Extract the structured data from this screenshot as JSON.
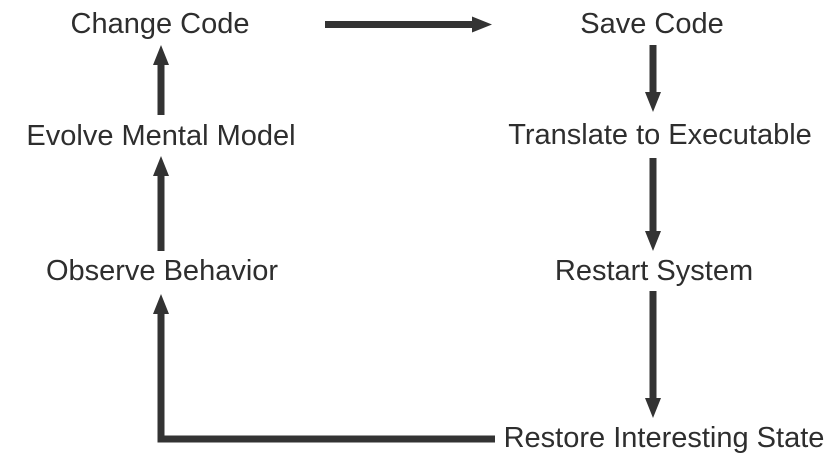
{
  "diagram": {
    "background_color": "#ffffff",
    "arrow_color": "#333333",
    "text_color": "#2e2e2e",
    "nodes": [
      {
        "id": "change-code",
        "label": "Change Code"
      },
      {
        "id": "save-code",
        "label": "Save Code"
      },
      {
        "id": "evolve-mental-model",
        "label": "Evolve Mental Model"
      },
      {
        "id": "translate-to-executable",
        "label": "Translate to Executable"
      },
      {
        "id": "observe-behavior",
        "label": "Observe Behavior"
      },
      {
        "id": "restart-system",
        "label": "Restart System"
      },
      {
        "id": "restore-interesting-state",
        "label": "Restore Interesting State"
      }
    ],
    "edges": [
      {
        "from": "change-code",
        "to": "save-code"
      },
      {
        "from": "save-code",
        "to": "translate-to-executable"
      },
      {
        "from": "translate-to-executable",
        "to": "restart-system"
      },
      {
        "from": "restart-system",
        "to": "restore-interesting-state"
      },
      {
        "from": "restore-interesting-state",
        "to": "observe-behavior"
      },
      {
        "from": "observe-behavior",
        "to": "evolve-mental-model"
      },
      {
        "from": "evolve-mental-model",
        "to": "change-code"
      }
    ]
  }
}
